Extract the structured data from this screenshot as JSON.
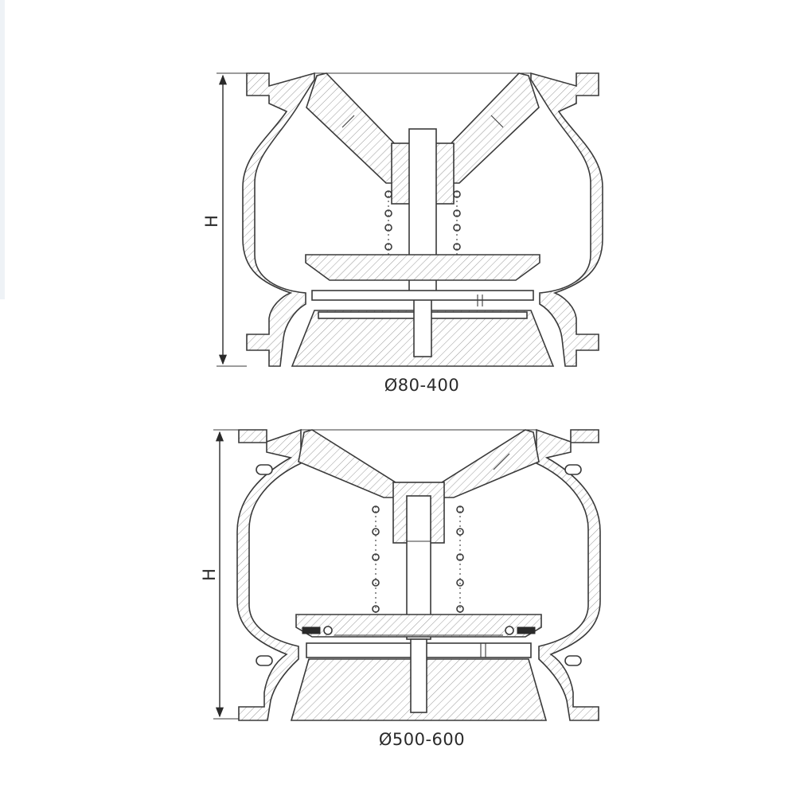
{
  "drawings": [
    {
      "id": "top",
      "caption": "Ø80-400",
      "dimension_label": "H"
    },
    {
      "id": "bottom",
      "caption": "Ø500-600",
      "dimension_label": "H"
    }
  ]
}
